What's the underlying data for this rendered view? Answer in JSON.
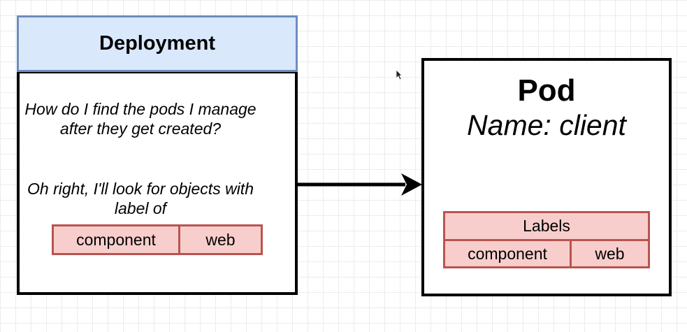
{
  "deployment": {
    "title": "Deployment",
    "question": "How do I find the pods I manage after they get created?",
    "answer": "Oh right, I'll look for objects with label of",
    "label_key": "component",
    "label_value": "web"
  },
  "pod": {
    "title": "Pod",
    "name_line": "Name: client",
    "labels_header": "Labels",
    "label_key": "component",
    "label_value": "web"
  },
  "colors": {
    "deployment_header_fill": "#dae8fc",
    "deployment_header_stroke": "#6c8ebf",
    "label_fill": "#f8cecc",
    "label_stroke": "#b85450"
  },
  "icons": {
    "cursor": "mouse-pointer-icon",
    "arrow": "arrow-right-icon"
  }
}
